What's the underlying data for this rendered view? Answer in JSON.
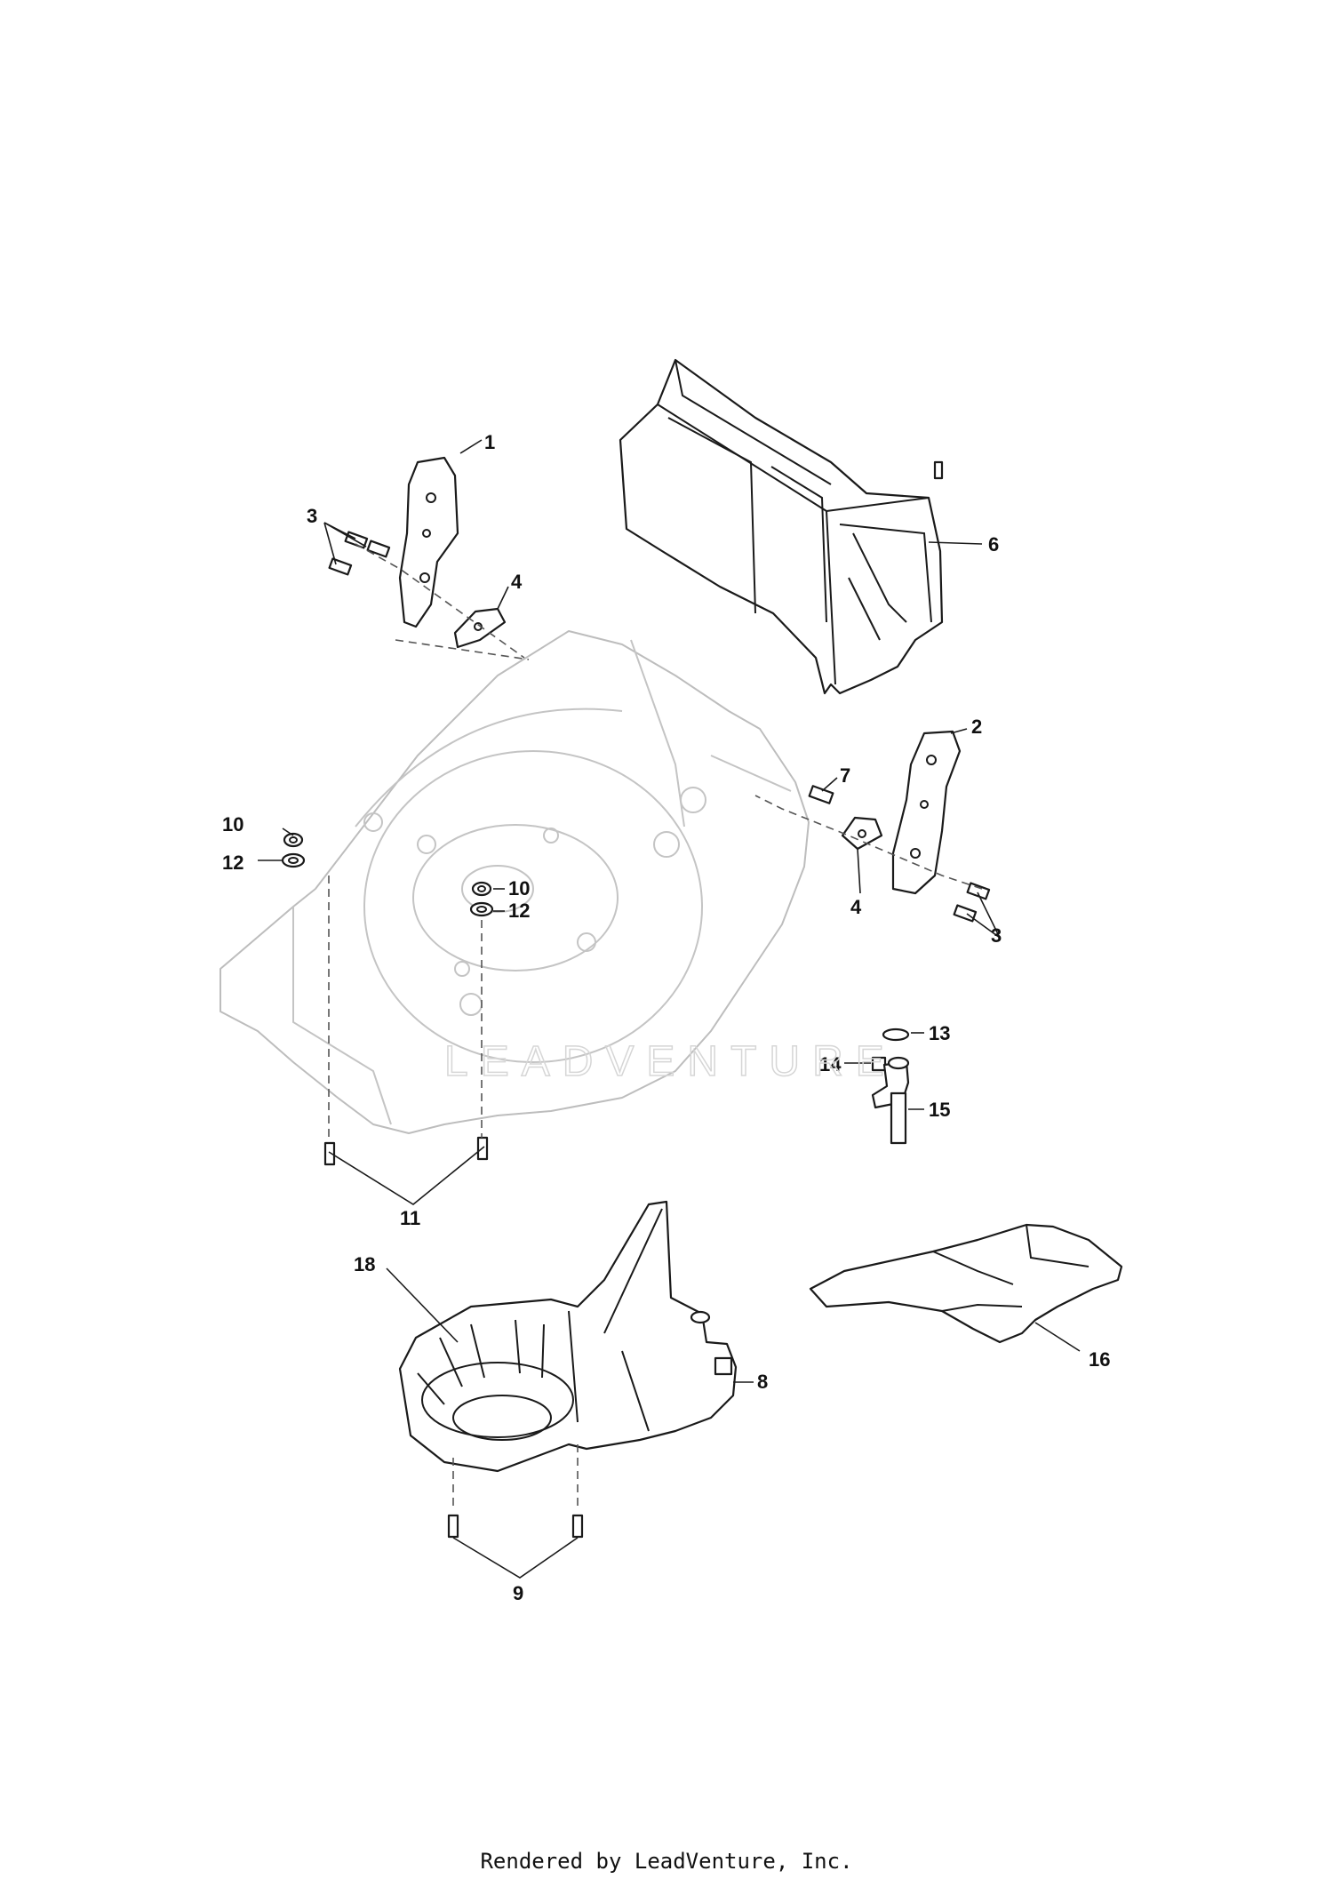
{
  "callouts": {
    "c1": "1",
    "c2": "2",
    "c3a": "3",
    "c3b": "3",
    "c4a": "4",
    "c4b": "4",
    "c6": "6",
    "c7": "7",
    "c8": "8",
    "c9": "9",
    "c10a": "10",
    "c10b": "10",
    "c11": "11",
    "c12a": "12",
    "c12b": "12",
    "c13": "13",
    "c14": "14",
    "c15": "15",
    "c16": "16",
    "c18": "18"
  },
  "watermark": "LEADVENTURE",
  "footer": "Rendered by LeadVenture, Inc."
}
